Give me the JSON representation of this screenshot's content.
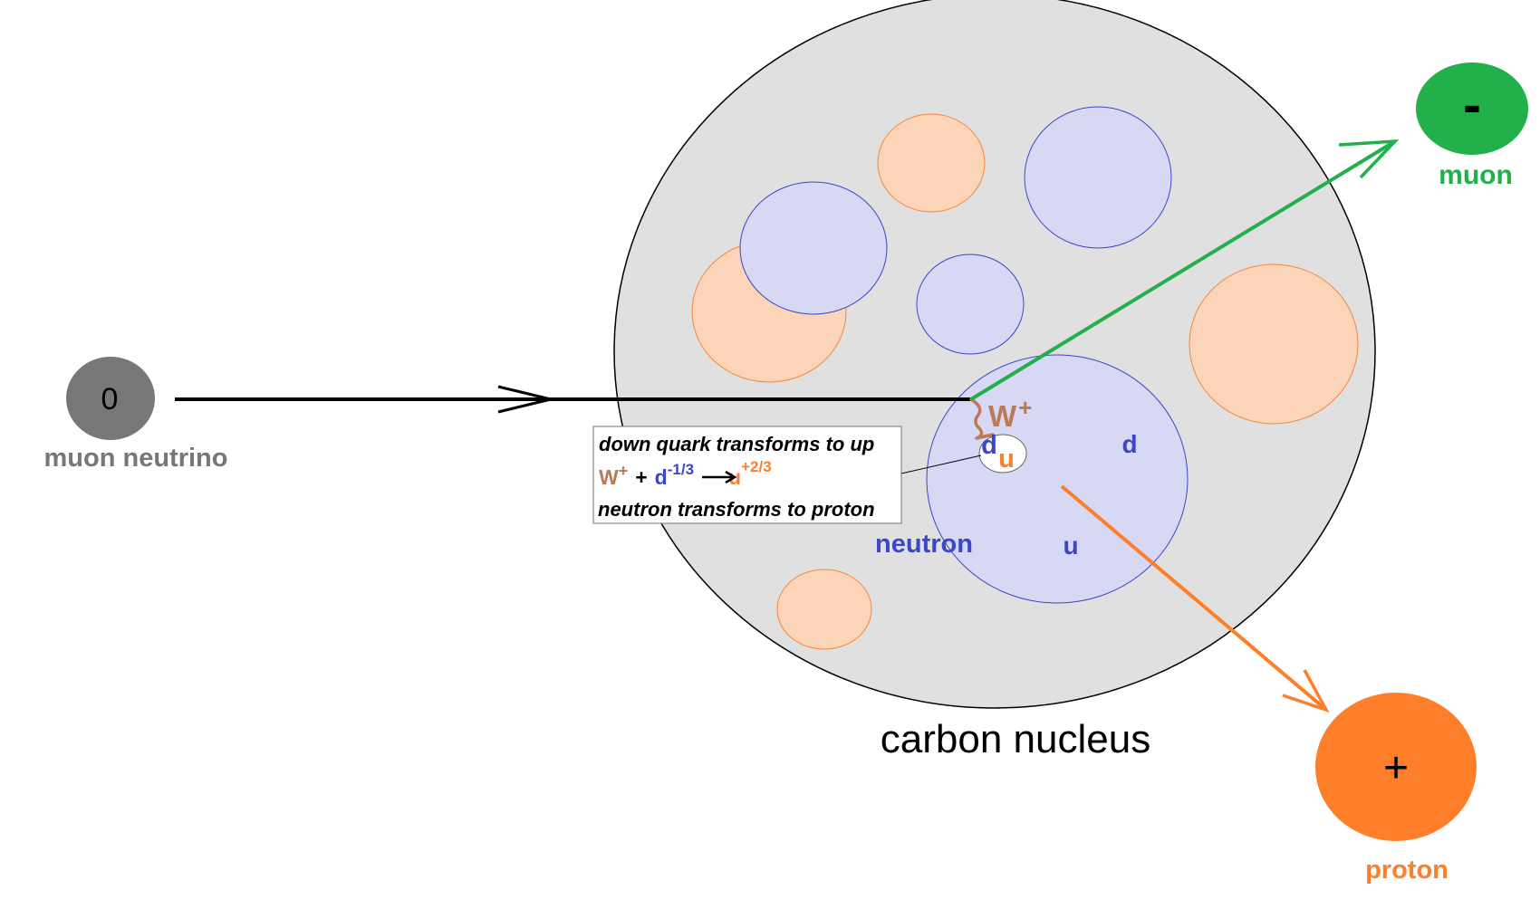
{
  "labels": {
    "neutrino_charge": "0",
    "neutrino": "muon neutrino",
    "muon_charge": "-",
    "muon": "muon",
    "proton_charge": "+",
    "proton": "proton",
    "nucleus": "carbon nucleus",
    "neutron": "neutron",
    "boson_letter": "W",
    "boson_charge": "+",
    "quark_d1": "d",
    "quark_u1": "u",
    "quark_d2": "d",
    "quark_u2": "u"
  },
  "caption": {
    "line1": "down quark transforms to up",
    "eq_w": "W",
    "eq_w_sup": "+",
    "eq_plus": "+",
    "eq_d": "d",
    "eq_d_sup": "-1/3",
    "eq_u": "u",
    "eq_u_sup": "+2/3",
    "line3": "neutron transforms to proton"
  },
  "colors": {
    "nucleus_fill": "#e0e0e0",
    "neutron_fill": "#d7d9f4",
    "neutron_stroke": "#3c46c8",
    "proton_fill": "#fcd5b8",
    "proton_stroke": "#f5873a",
    "muon": "#22b04b",
    "proton_particle": "#fe7e29",
    "neutrino": "#777777",
    "boson": "#b97a57",
    "quark_blue": "#3c46c8",
    "quark_orange": "#fe7e29"
  }
}
